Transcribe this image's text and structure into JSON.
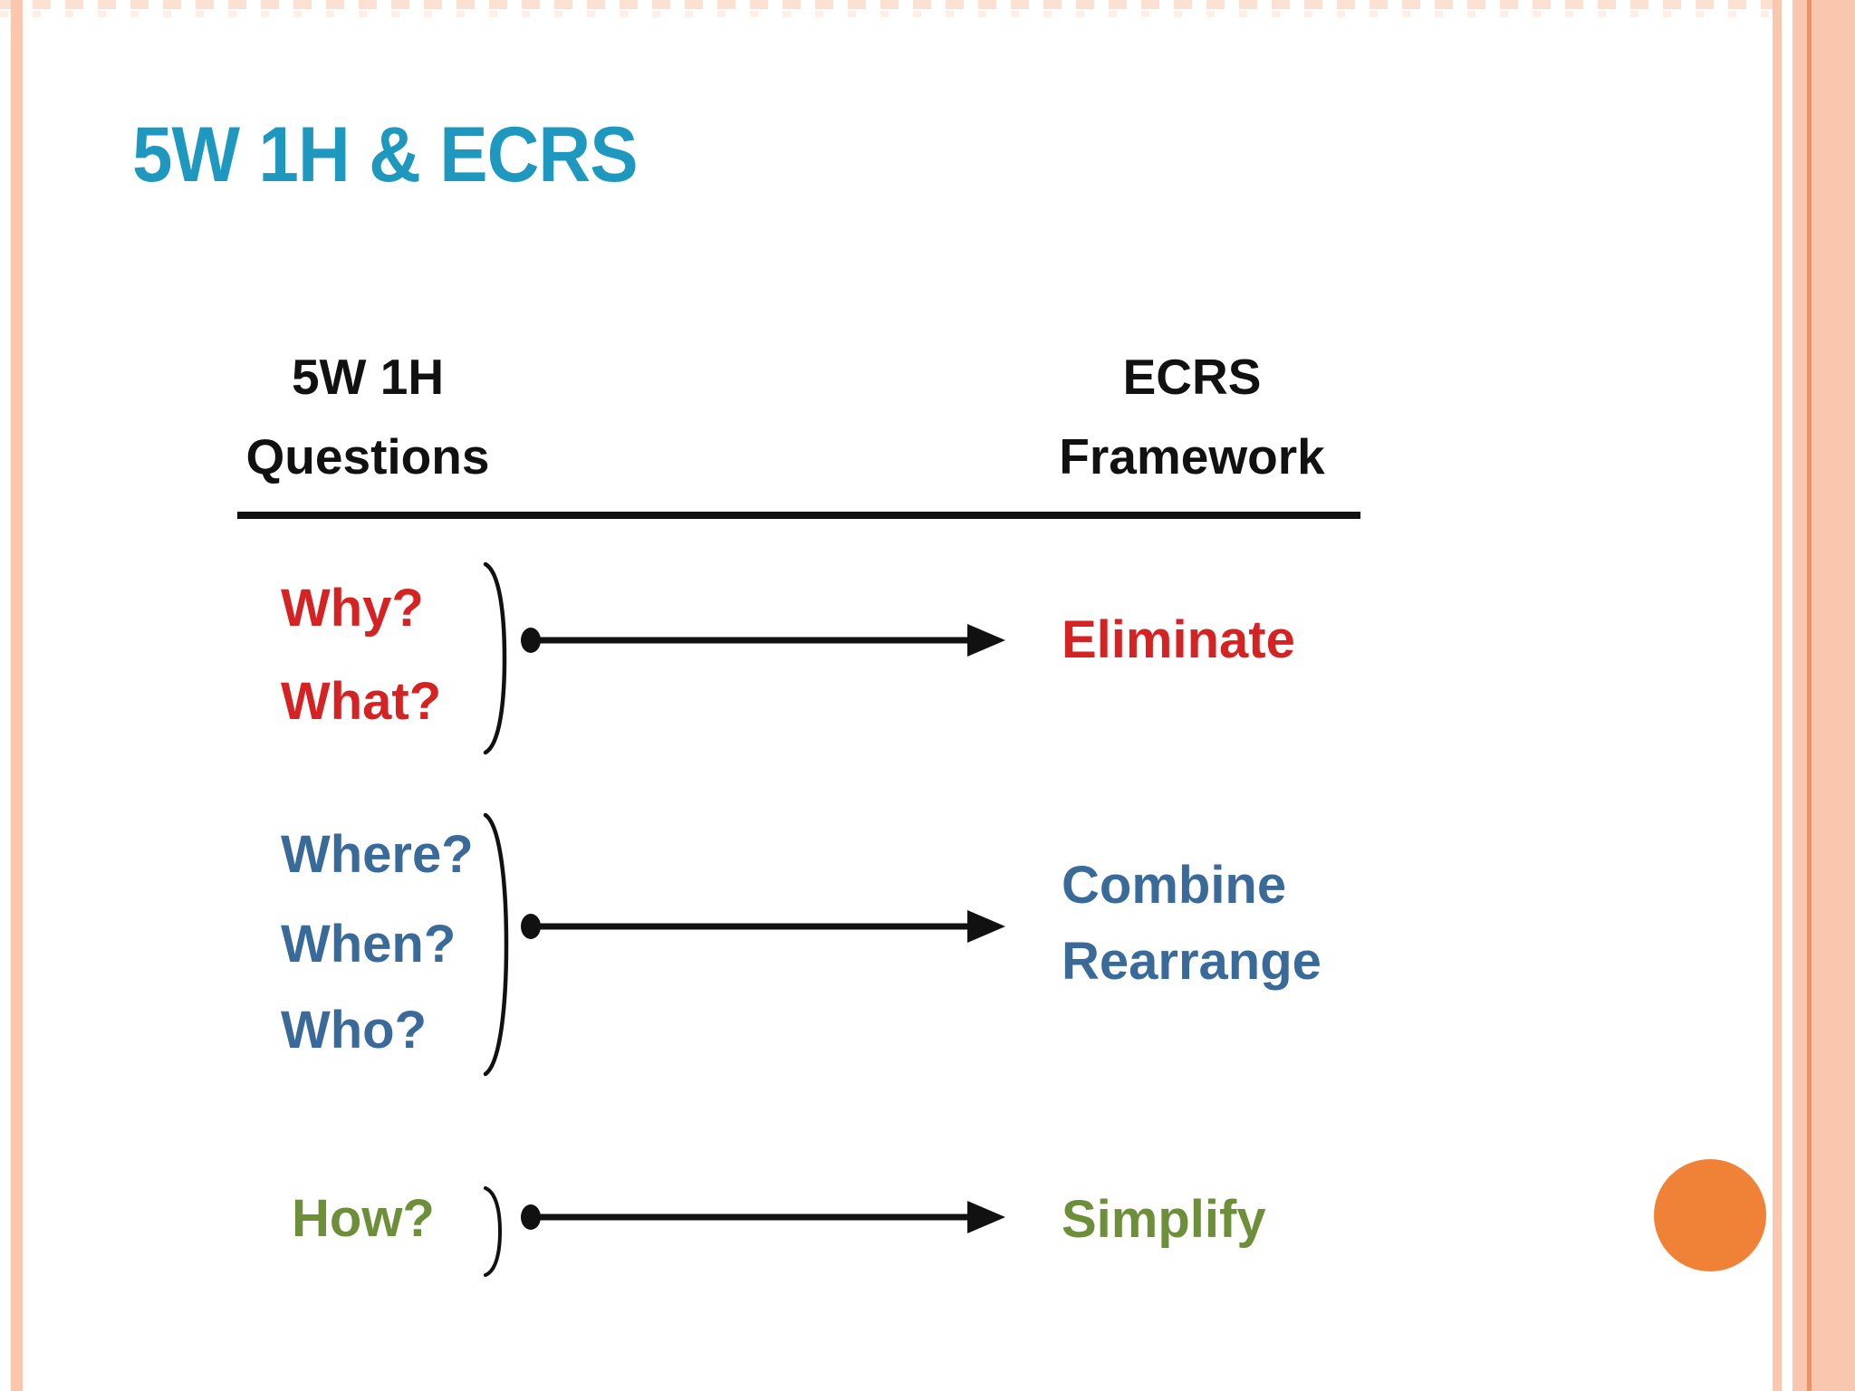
{
  "slide_title": "5W 1H & ECRS",
  "columns": {
    "left": {
      "line1": "5W 1H",
      "line2": "Questions"
    },
    "right": {
      "line1": "ECRS",
      "line2": "Framework"
    }
  },
  "groups": [
    {
      "questions": [
        "Why?",
        "What?"
      ],
      "results": [
        "Eliminate"
      ]
    },
    {
      "questions": [
        "Where?",
        "When?",
        "Who?"
      ],
      "results": [
        "Combine",
        "Rearrange"
      ]
    },
    {
      "questions": [
        "How?"
      ],
      "results": [
        "Simplify"
      ]
    }
  ],
  "colors": {
    "teal": "#1f98c0",
    "red": "#d42322",
    "blue": "#3a6a99",
    "green": "#6e8f3a",
    "salmon": "#f9c7ae",
    "salmon-dark": "#ee9161",
    "orange": "#f08238"
  }
}
